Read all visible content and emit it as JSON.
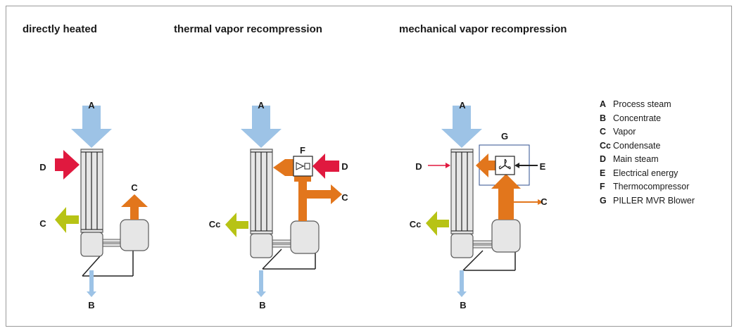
{
  "colors": {
    "process_steam": "#9dc3e6",
    "main_steam": "#e0193f",
    "vapor": "#e2761c",
    "condensate": "#b7c315",
    "vessel_fill": "#e6e6e6",
    "vessel_stroke": "#5a5a5a",
    "outline_box": "#2f4f8f"
  },
  "panels": [
    {
      "title": "directly heated",
      "labels": {
        "top": "A",
        "bottom": "B",
        "heat_in": "D",
        "left_out": "C",
        "right_out": "C"
      }
    },
    {
      "title": "thermal vapor recompression",
      "labels": {
        "top": "A",
        "bottom": "B",
        "device": "F",
        "device_in": "D",
        "side_out": "C",
        "left_out": "Cc"
      }
    },
    {
      "title": "mechanical vapor recompression",
      "labels": {
        "top": "A",
        "bottom": "B",
        "box": "G",
        "heat_in": "D",
        "energy_in": "E",
        "side_out": "C",
        "left_out": "Cc"
      }
    }
  ],
  "legend": [
    {
      "key": "A",
      "label": "Process steam"
    },
    {
      "key": "B",
      "label": "Concentrate"
    },
    {
      "key": "C",
      "label": "Vapor"
    },
    {
      "key": "Cc",
      "label": "Condensate"
    },
    {
      "key": "D",
      "label": "Main steam"
    },
    {
      "key": "E",
      "label": "Electrical energy"
    },
    {
      "key": "F",
      "label": "Thermocompressor"
    },
    {
      "key": "G",
      "label": "PILLER MVR Blower"
    }
  ]
}
